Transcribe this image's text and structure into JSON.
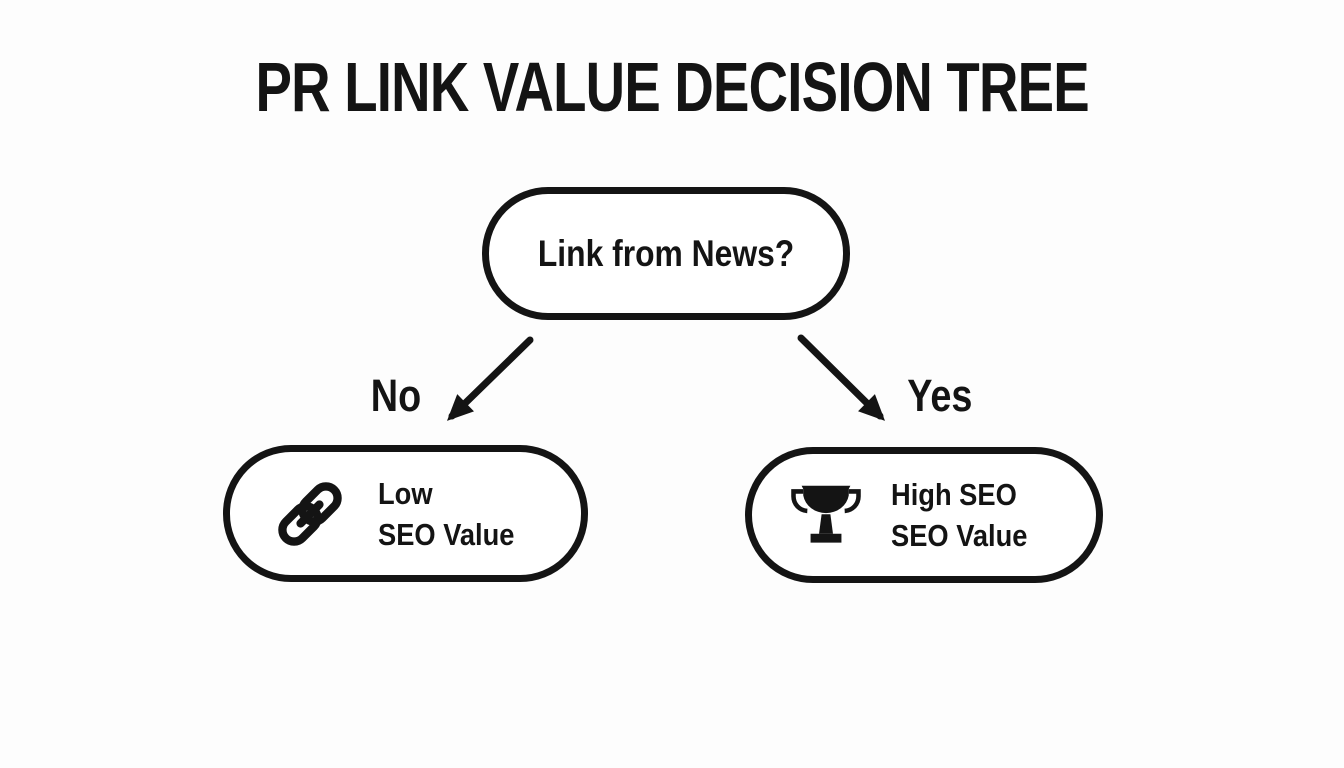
{
  "title": "PR LINK VALUE DECISION TREE",
  "colors": {
    "ink": "#141414",
    "background": "#fdfdfd"
  },
  "tree": {
    "root": {
      "label": "Link from News?"
    },
    "branches": [
      {
        "answer": "No",
        "result": {
          "icon": "chain-link-icon",
          "lines": [
            "Low",
            "SEO Value"
          ]
        }
      },
      {
        "answer": "Yes",
        "result": {
          "icon": "trophy-icon",
          "lines": [
            "High SEO",
            "SEO Value"
          ]
        }
      }
    ]
  }
}
